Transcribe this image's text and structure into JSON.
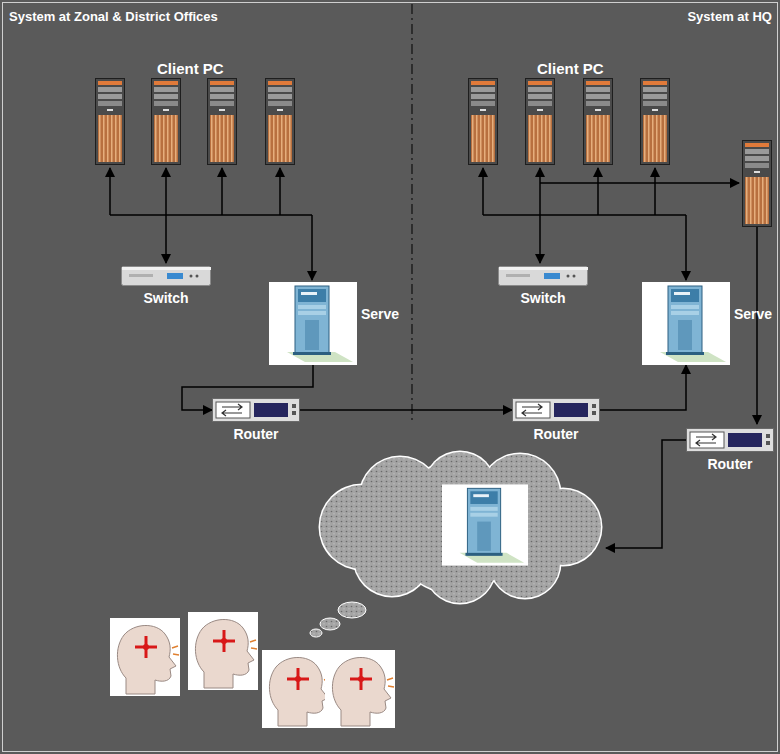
{
  "diagram": {
    "nodes": [
      {
        "text": [
          "System at Zonal & District Offices"
        ]
      },
      {
        "text": [
          "System at HQ"
        ]
      },
      {
        "text": [
          "Switch"
        ],
        "in": 0
      },
      {
        "text": [
          "Serve"
        ],
        "in": 0
      },
      {
        "text": [
          "Router"
        ],
        "in": 0
      },
      {
        "text": [
          "Switch"
        ],
        "in": 1
      },
      {
        "text": [
          "Serve"
        ],
        "in": 1
      },
      {
        "text": [
          "Router"
        ],
        "in": 1
      },
      {
        "text": [
          "Router"
        ],
        "in": 1
      }
    ],
    "edges": [
      {
        "from": 3,
        "to": 4,
        "arrow": "to"
      },
      {
        "from": 4,
        "to": 7,
        "arrow": "to"
      },
      {
        "from": 7,
        "to": 6,
        "arrow": "to"
      }
    ],
    "labels": [
      "Client PC",
      "Client PC"
    ]
  }
}
